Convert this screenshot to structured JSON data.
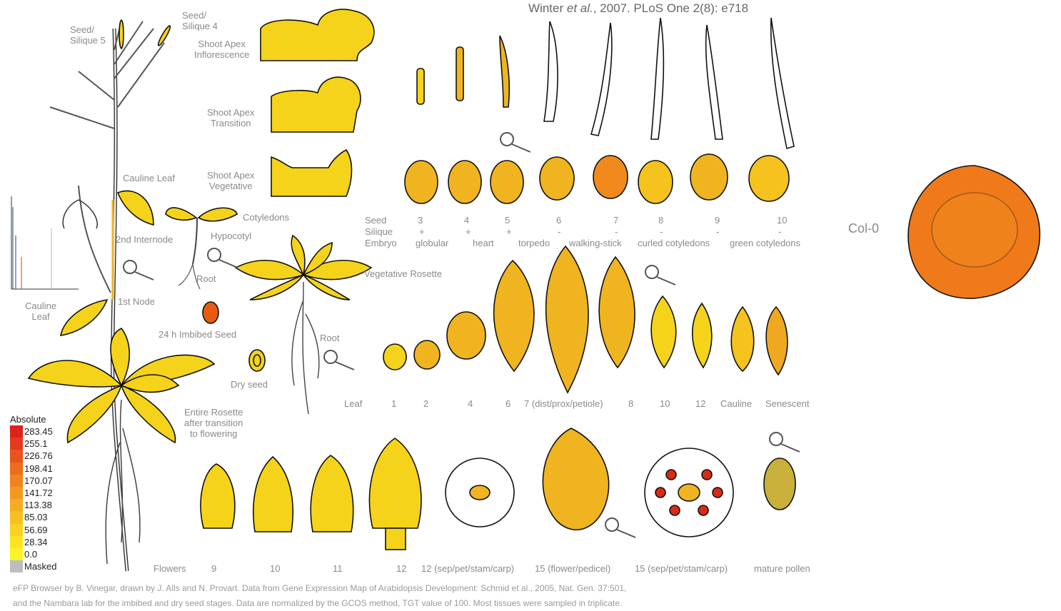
{
  "citation": {
    "authors": "Winter",
    "etal": "et al.",
    "rest": ", 2007. PLoS One 2(8): e718"
  },
  "labels": {
    "seed_silique_5": "Seed/\nSilique 5",
    "seed_silique_4": "Seed/\nSilique 4",
    "shoot_apex_inflorescence": "Shoot Apex\nInflorescence",
    "shoot_apex_transition": "Shoot Apex\nTransition",
    "shoot_apex_vegetative": "Shoot Apex\nVegetative",
    "cauline_leaf_top": "Cauline Leaf",
    "second_internode": "2nd Internode",
    "cotyledons": "Cotyledons",
    "hypocotyl": "Hypocotyl",
    "root_seedling": "Root",
    "first_node": "1st Node",
    "cauline_leaf_left": "Cauline\nLeaf",
    "imbibed_seed": "24 h Imbibed Seed",
    "dry_seed": "Dry seed",
    "vegetative_rosette": "Vegetative Rosette",
    "root_rosette": "Root",
    "entire_rosette": "Entire Rosette\nafter transition\nto flowering",
    "col0": "Col-0"
  },
  "seed_row": {
    "headers": [
      "Seed",
      "Silique",
      "Embryo"
    ],
    "stages": [
      "3",
      "4",
      "5",
      "6",
      "7",
      "8",
      "9",
      "10"
    ],
    "silique_marks": [
      "+",
      "+",
      "+",
      "-",
      "-",
      "-",
      "-",
      "-"
    ],
    "embryo": [
      "globular",
      "heart",
      "torpedo",
      "walking-stick",
      "curled cotyledons",
      "green cotyledons"
    ]
  },
  "leaf_row": {
    "header": "Leaf",
    "items": [
      "1",
      "2",
      "4",
      "6",
      "7 (dist/prox/petiole)",
      "8",
      "10",
      "12",
      "Cauline",
      "Senescent"
    ]
  },
  "flower_row": {
    "header": "Flowers",
    "items": [
      "9",
      "10",
      "11",
      "12",
      "12 (sep/pet/stam/carp)",
      "15 (flower/pedicel)",
      "15 (sep/pet/stam/carp)",
      "mature pollen"
    ]
  },
  "legend": {
    "title": "Absolute",
    "values": [
      "283.45",
      "255.1",
      "226.76",
      "198.41",
      "170.07",
      "141.72",
      "113.38",
      "85.03",
      "56.69",
      "28.34",
      "0.0",
      "Masked"
    ],
    "colors": [
      "#e0201b",
      "#e43a1b",
      "#e8551c",
      "#ec6d1d",
      "#f0831e",
      "#f3981f",
      "#f5ad20",
      "#f7c021",
      "#f9d222",
      "#fbe323",
      "#fdf324",
      "#bdbdbd"
    ]
  },
  "footer": {
    "line1": "eFP Browser by B. Vinegar, drawn by J. Alls and N. Provart. Data from Gene Expression Map of Arabidopsis Development: Schmid et al., 2005, Nat. Gen. 37:501,",
    "line2": "and the Nambara lab for the imbibed and dry seed stages. Data are normalized by the GCOS method, TGT value of 100. Most tissues were sampled in triplicate."
  },
  "colors": {
    "yellow": "#f5d31a",
    "amber": "#f0b420",
    "orange": "#f07a1a",
    "deep_orange": "#e85c12",
    "red": "#d92a16"
  }
}
